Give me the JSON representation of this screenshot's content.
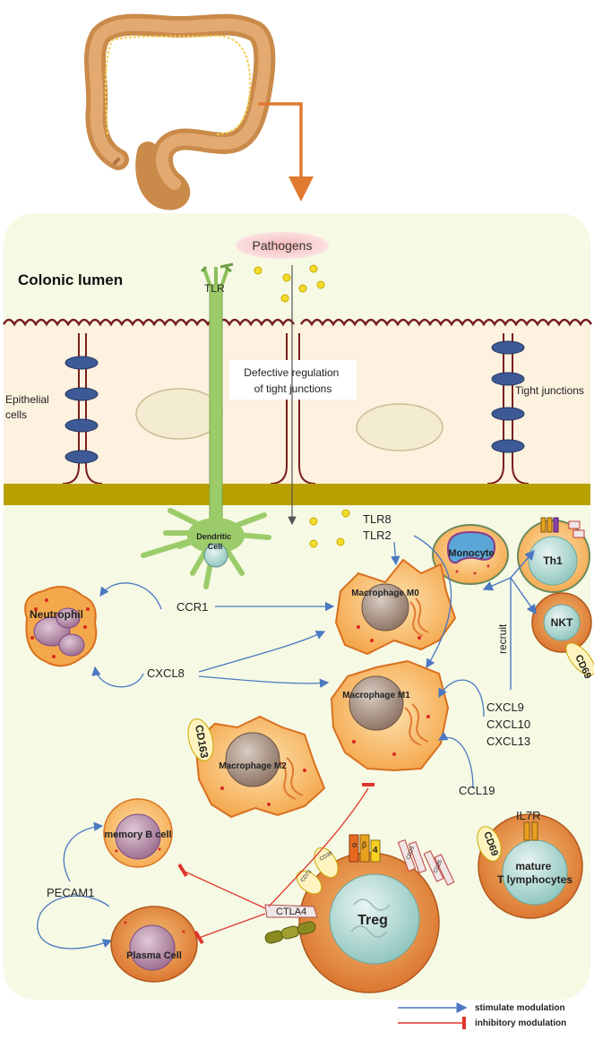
{
  "labels": {
    "pathogens": "Pathogens",
    "colonic_lumen": "Colonic lumen",
    "tlr": "TLR",
    "epithelial_cells_line1": "Epithelial",
    "epithelial_cells_line2": "cells",
    "defective_line1": "Defective regulation",
    "defective_line2": "of tight junctions",
    "tight_junctions": "Tight junctions",
    "dendritic_line1": "Dendritic",
    "dendritic_line2": "Cell",
    "tlr8": "TLR8",
    "tlr2": "TLR2",
    "monocyte": "Monocyte",
    "th1": "Th1",
    "nkt": "NKT",
    "cd69_nkt": "CD69",
    "recruit": "recruit",
    "neutrophil": "Neutrophil",
    "ccr1": "CCR1",
    "cxcl8": "CXCL8",
    "macrophage_m0": "Macrophage M0",
    "macrophage_m1": "Macrophage M1",
    "macrophage_m2": "Macrophage M2",
    "cd163": "CD163",
    "cxcl9": "CXCL9",
    "cxcl10": "CXCL10",
    "cxcl13": "CXCL13",
    "ccl19": "CCL19",
    "memory_b_cell": "memory B cell",
    "pecam1": "PECAM1",
    "plasma_cell": "Plasma Cell",
    "ctla4": "CTLA4",
    "treg": "Treg",
    "cd73": "CD73",
    "cd39": "CD39",
    "cd25_a": "CD25",
    "cd25_b": "CD25",
    "alpha": "α",
    "beta": "β",
    "four": "4",
    "il7r": "IL7R",
    "cd69_t": "CD69",
    "mature_t_line1": "mature",
    "mature_t_line2": "T lymphocytes"
  },
  "legend": {
    "stimulate": "stimulate modulation",
    "inhibitory": "inhibitory modulation"
  },
  "colors": {
    "stimulate_arrow": "#4a78c2",
    "inhibit_arrow": "#e0352b",
    "panel_bg": "#f6f9e4",
    "olive_basement": "#b8a000",
    "orange_arrow": "#e07a30"
  }
}
